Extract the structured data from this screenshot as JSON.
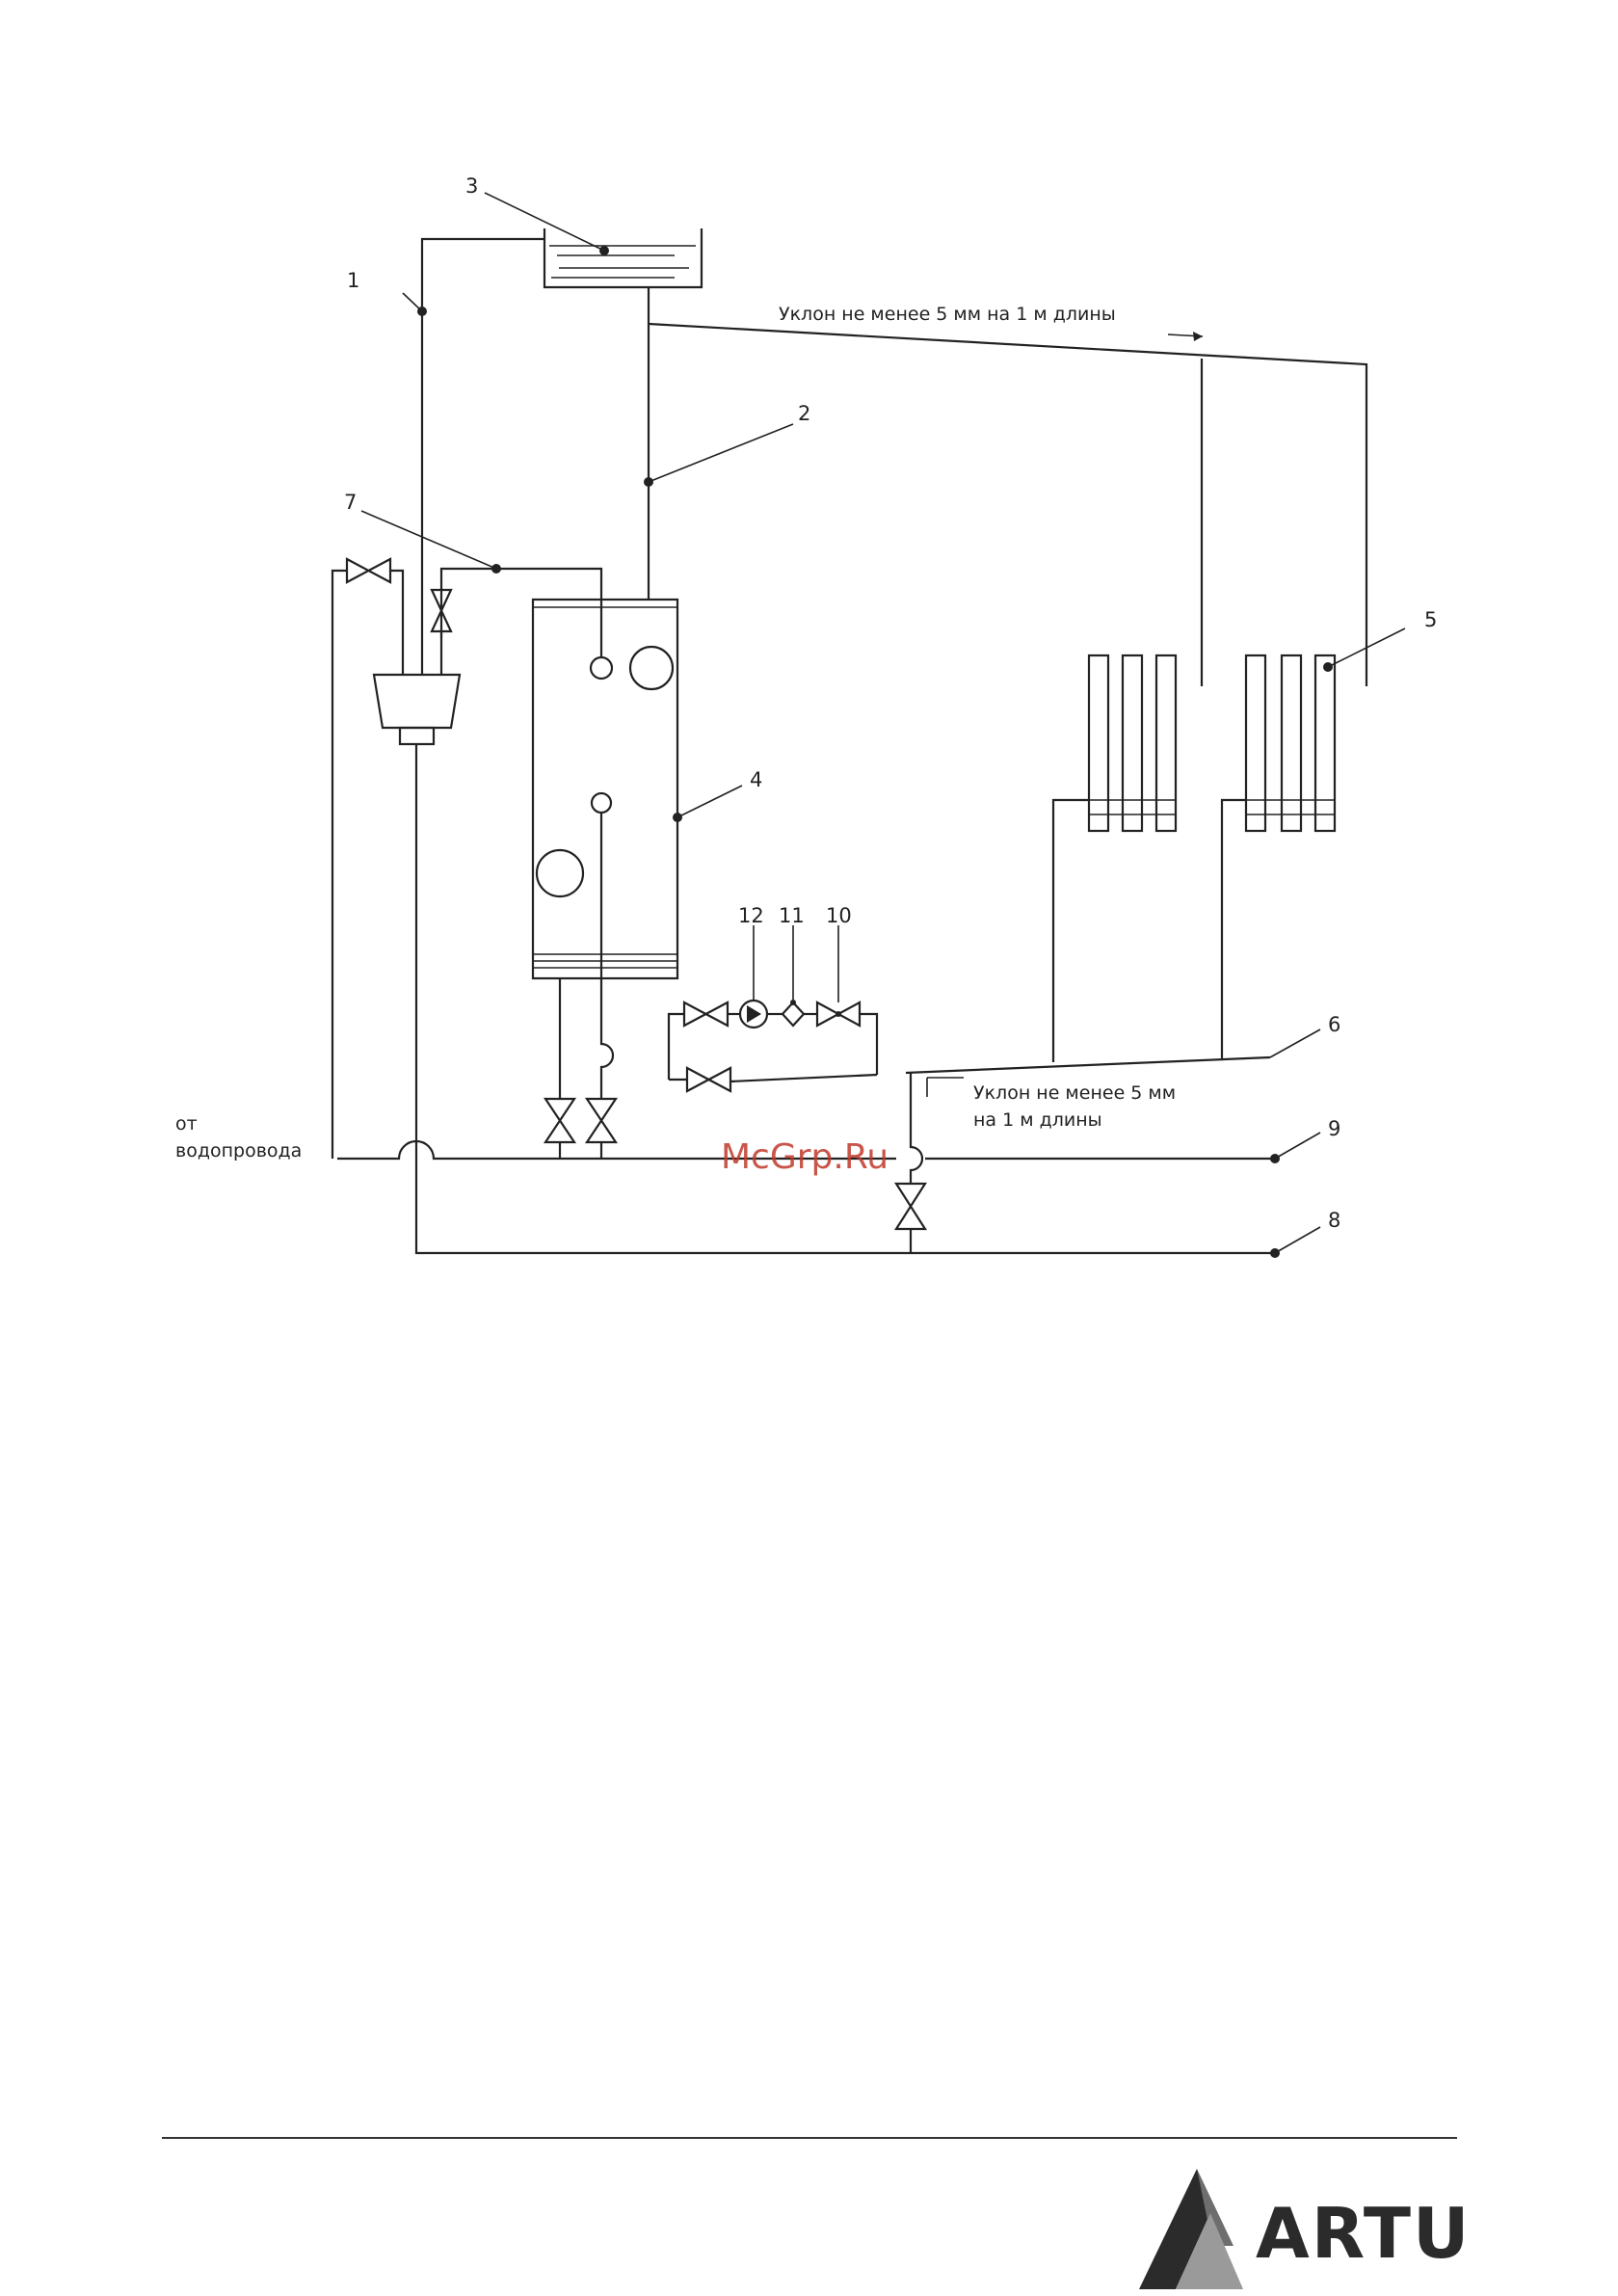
{
  "labels": {
    "l1": "1",
    "l2": "2",
    "l3": "3",
    "l4": "4",
    "l5": "5",
    "l6": "6",
    "l7": "7",
    "l8": "8",
    "l9": "9",
    "l10": "10",
    "l11": "11",
    "l12": "12"
  },
  "notes": {
    "slope_top": "Уклон не менее 5 мм на 1 м длины",
    "slope_bottom_line1": "Уклон не менее 5 мм",
    "slope_bottom_line2": "на 1 м длины",
    "source_line1": "от",
    "source_line2": "водопровода"
  },
  "watermark": "McGrp.Ru",
  "footer": {
    "brand": "ARTU"
  },
  "colors": {
    "line": "#222222",
    "watermark": "#c0392b",
    "logo_dark": "#2b2b2b",
    "logo_light": "#9a9a9a"
  }
}
